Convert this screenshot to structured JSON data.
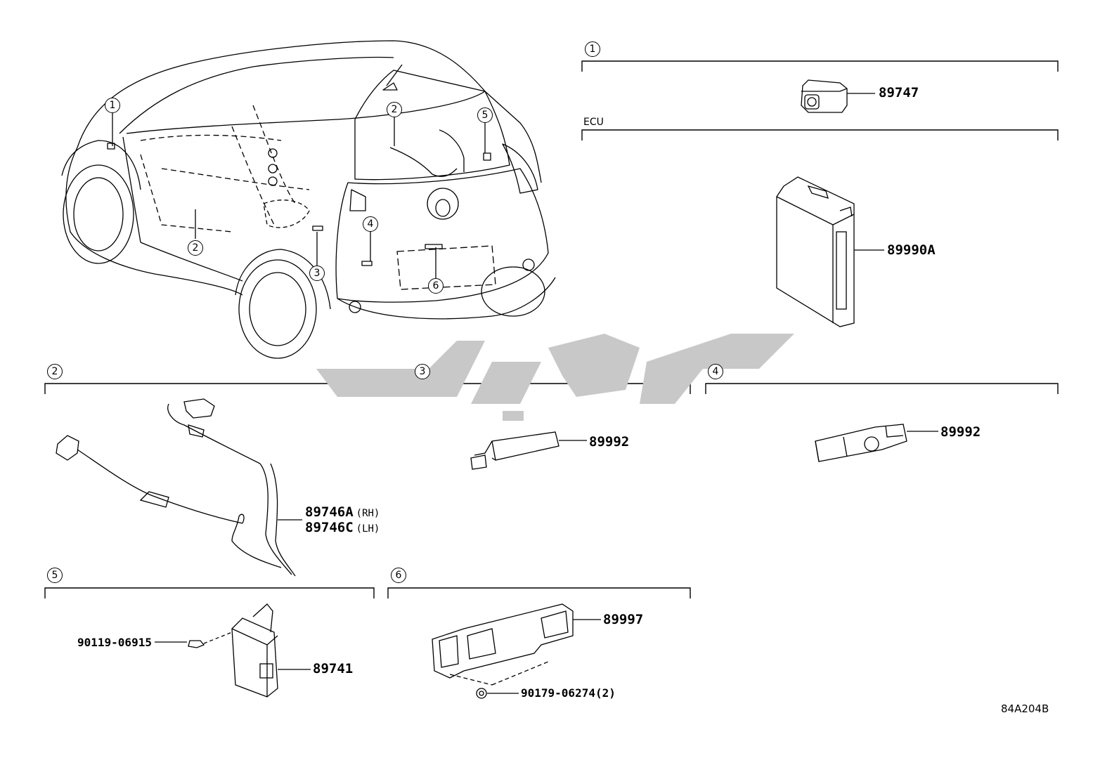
{
  "diagram_code": "84A204B",
  "watermark_text": "",
  "sections": [
    {
      "num": "1",
      "label": "",
      "parts": [
        {
          "number": "89747"
        }
      ]
    },
    {
      "num": "",
      "label": "ECU",
      "parts": [
        {
          "number": "89990A"
        }
      ]
    },
    {
      "num": "2",
      "label": "",
      "parts": [
        {
          "number": "89746A",
          "suffix": "(RH)"
        },
        {
          "number": "89746C",
          "suffix": "(LH)"
        }
      ]
    },
    {
      "num": "3",
      "label": "",
      "parts": [
        {
          "number": "89992"
        }
      ]
    },
    {
      "num": "4",
      "label": "",
      "parts": [
        {
          "number": "89992"
        }
      ]
    },
    {
      "num": "5",
      "label": "",
      "parts": [
        {
          "number": "90119-06915"
        },
        {
          "number": "89741"
        }
      ]
    },
    {
      "num": "6",
      "label": "",
      "parts": [
        {
          "number": "89997"
        },
        {
          "number": "90179-06274(2)"
        }
      ]
    }
  ],
  "car_callouts": [
    "1",
    "2",
    "2",
    "3",
    "4",
    "5",
    "6"
  ]
}
